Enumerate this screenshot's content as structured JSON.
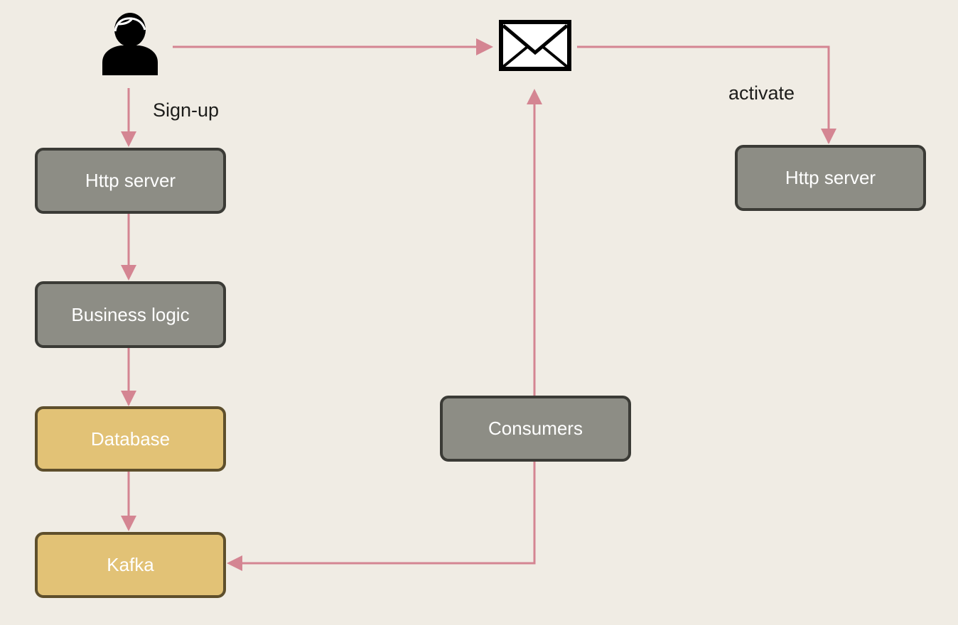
{
  "nodes": {
    "http_server_1": "Http server",
    "business_logic": "Business logic",
    "database": "Database",
    "kafka": "Kafka",
    "consumers": "Consumers",
    "http_server_2": "Http server"
  },
  "edge_labels": {
    "signup": "Sign-up",
    "activate": "activate"
  },
  "icons": {
    "user": "user-icon",
    "email": "envelope-icon"
  },
  "colors": {
    "background": "#f0ece4",
    "arrow": "#d48592",
    "service_box": "#8d8d85",
    "storage_box": "#e2c276"
  }
}
